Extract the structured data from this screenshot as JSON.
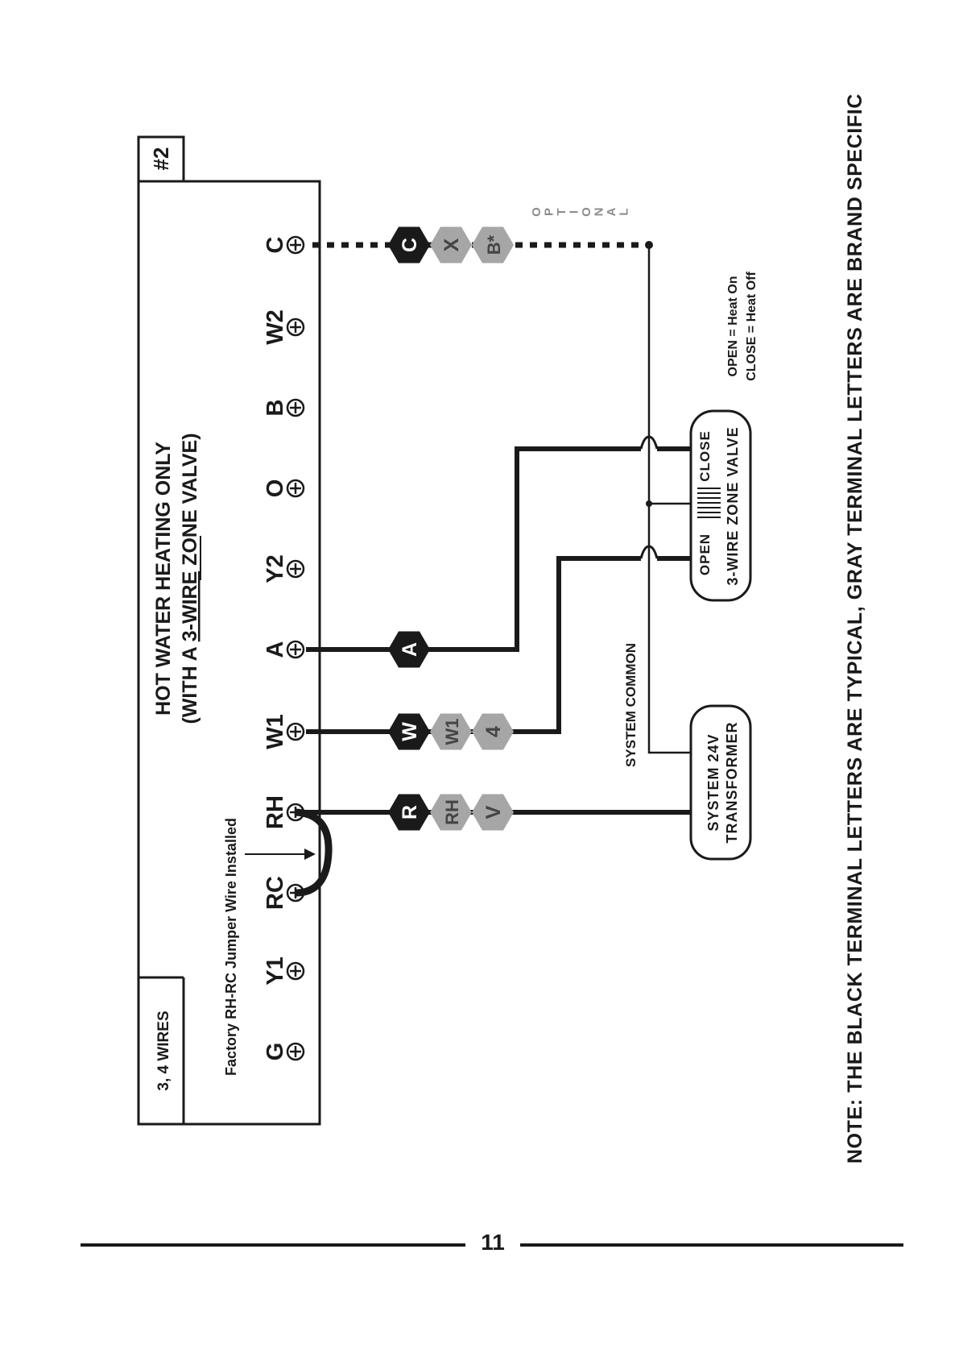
{
  "diagram": {
    "number_tab": "#2",
    "wires_tab": "3, 4 WIRES",
    "title_line1": "HOT WATER HEATING ONLY",
    "title_line2_prefix": "(WITH A ",
    "title_line2_underlined": "3-WIRE",
    "title_line2_suffix": " ZONE VALVE)",
    "terminals": [
      "G",
      "Y1",
      "RC",
      "RH",
      "W1",
      "A",
      "Y2",
      "O",
      "B",
      "W2",
      "C"
    ],
    "jumper_label": "Factory RH-RC Jumper Wire Installed",
    "connections": [
      {
        "terminal": "RH",
        "black": [
          "R"
        ],
        "gray": [
          "RH",
          "V"
        ]
      },
      {
        "terminal": "W1",
        "black": [
          "W"
        ],
        "gray": [
          "W1",
          "4"
        ]
      },
      {
        "terminal": "A",
        "black": [
          "A"
        ],
        "gray": []
      },
      {
        "terminal": "C",
        "black": [
          "C"
        ],
        "gray": [
          "X",
          "B*"
        ]
      }
    ],
    "optional_label": "OPTIONAL",
    "system_common_label": "SYSTEM COMMON",
    "transformer_line1": "SYSTEM 24V",
    "transformer_line2": "TRANSFORMER",
    "valve_open": "OPEN",
    "valve_close": "CLOSE",
    "valve_name": "3-WIRE ZONE VALVE",
    "legend_line1": "OPEN = Heat On",
    "legend_line2": "CLOSE = Heat Off",
    "note": "NOTE: THE BLACK TERMINAL LETTERS ARE TYPICAL, GRAY TERMINAL LETTERS ARE BRAND SPECIFIC",
    "colors": {
      "ink": "#1a1a1a",
      "gray_badge": "#a6a6a6",
      "optional_text": "#8c8c8c"
    }
  },
  "page": {
    "number": "11"
  }
}
